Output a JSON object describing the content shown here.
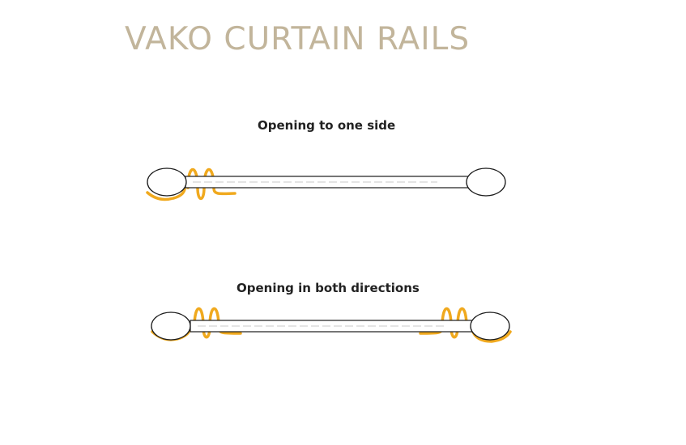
{
  "title": "VAKO CURTAIN RAILS",
  "diagrams": [
    {
      "label": "Opening to one side"
    },
    {
      "label": "Opening in both directions"
    }
  ],
  "colors": {
    "title": "#c2b59b",
    "curtain": "#f0a91e",
    "outline": "#1a1a1a"
  }
}
